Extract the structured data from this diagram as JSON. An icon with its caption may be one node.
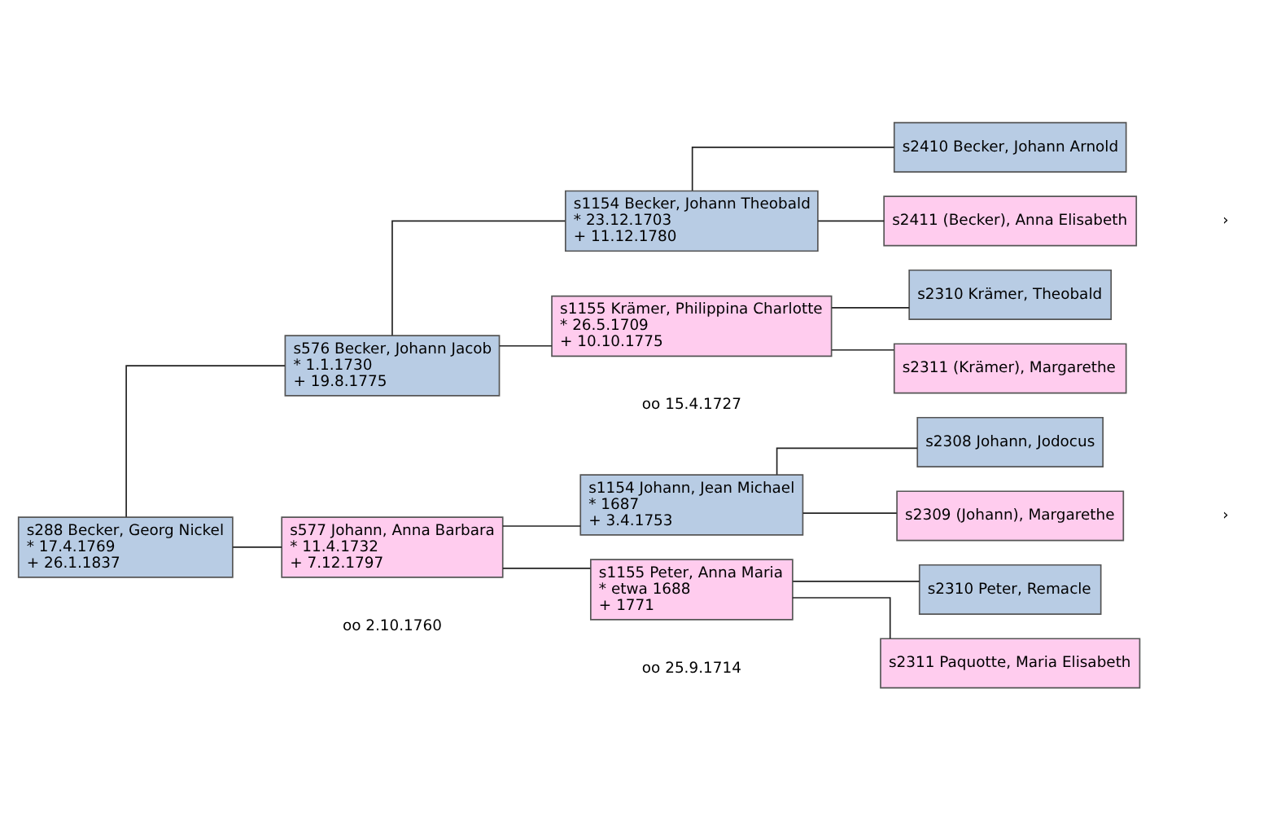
{
  "diagram": {
    "nodes": [
      {
        "text": [
          "s288 Becker, Georg Nickel",
          "* 17.4.1769",
          "+ 26.1.1837"
        ]
      },
      {
        "text": [
          "s576 Becker, Johann Jacob",
          "* 1.1.1730",
          "+ 19.8.1775"
        ]
      },
      {
        "text": [
          "s577 Johann, Anna Barbara",
          "* 11.4.1732",
          "+ 7.12.1797"
        ]
      },
      {
        "text": [
          "s1154 Becker, Johann Theobald",
          "* 23.12.1703",
          "+ 11.12.1780"
        ]
      },
      {
        "text": [
          "s1155 Krämer, Philippina Charlotte",
          "* 26.5.1709",
          "+ 10.10.1775"
        ]
      },
      {
        "text": [
          "s1154 Johann, Jean Michael",
          "* 1687",
          "+ 3.4.1753"
        ]
      },
      {
        "text": [
          "s1155 Peter, Anna Maria",
          "* etwa 1688",
          "+ 1771"
        ]
      },
      {
        "text": [
          "s2410 Becker, Johann Arnold"
        ]
      },
      {
        "text": [
          "s2411 (Becker), Anna Elisabeth"
        ]
      },
      {
        "text": [
          "s2310 Krämer, Theobald"
        ]
      },
      {
        "text": [
          "s2311 (Krämer), Margarethe"
        ]
      },
      {
        "text": [
          "s2308 Johann, Jodocus"
        ]
      },
      {
        "text": [
          "s2309 (Johann), Margarethe"
        ]
      },
      {
        "text": [
          "s2310 Peter, Remacle"
        ]
      },
      {
        "text": [
          "s2311 Paquotte, Maria Elisabeth"
        ]
      }
    ],
    "edges": [
      {
        "from": 0,
        "to": 1,
        "arrow": "none"
      },
      {
        "from": 0,
        "to": 2,
        "arrow": "none"
      },
      {
        "from": 1,
        "to": 3,
        "arrow": "none"
      },
      {
        "from": 1,
        "to": 4,
        "arrow": "none"
      },
      {
        "from": 2,
        "to": 5,
        "arrow": "none"
      },
      {
        "from": 2,
        "to": 6,
        "arrow": "none"
      },
      {
        "from": 3,
        "to": 7,
        "arrow": "none"
      },
      {
        "from": 3,
        "to": 8,
        "arrow": "none"
      },
      {
        "from": 4,
        "to": 9,
        "arrow": "none"
      },
      {
        "from": 4,
        "to": 10,
        "arrow": "none"
      },
      {
        "from": 5,
        "to": 11,
        "arrow": "none"
      },
      {
        "from": 5,
        "to": 12,
        "arrow": "none"
      },
      {
        "from": 6,
        "to": 13,
        "arrow": "none"
      },
      {
        "from": 6,
        "to": 14,
        "arrow": "none"
      }
    ],
    "labels": [
      "oo 15.4.1727",
      "›",
      "oo 2.10.1760",
      "oo 25.9.1714",
      "›"
    ]
  }
}
